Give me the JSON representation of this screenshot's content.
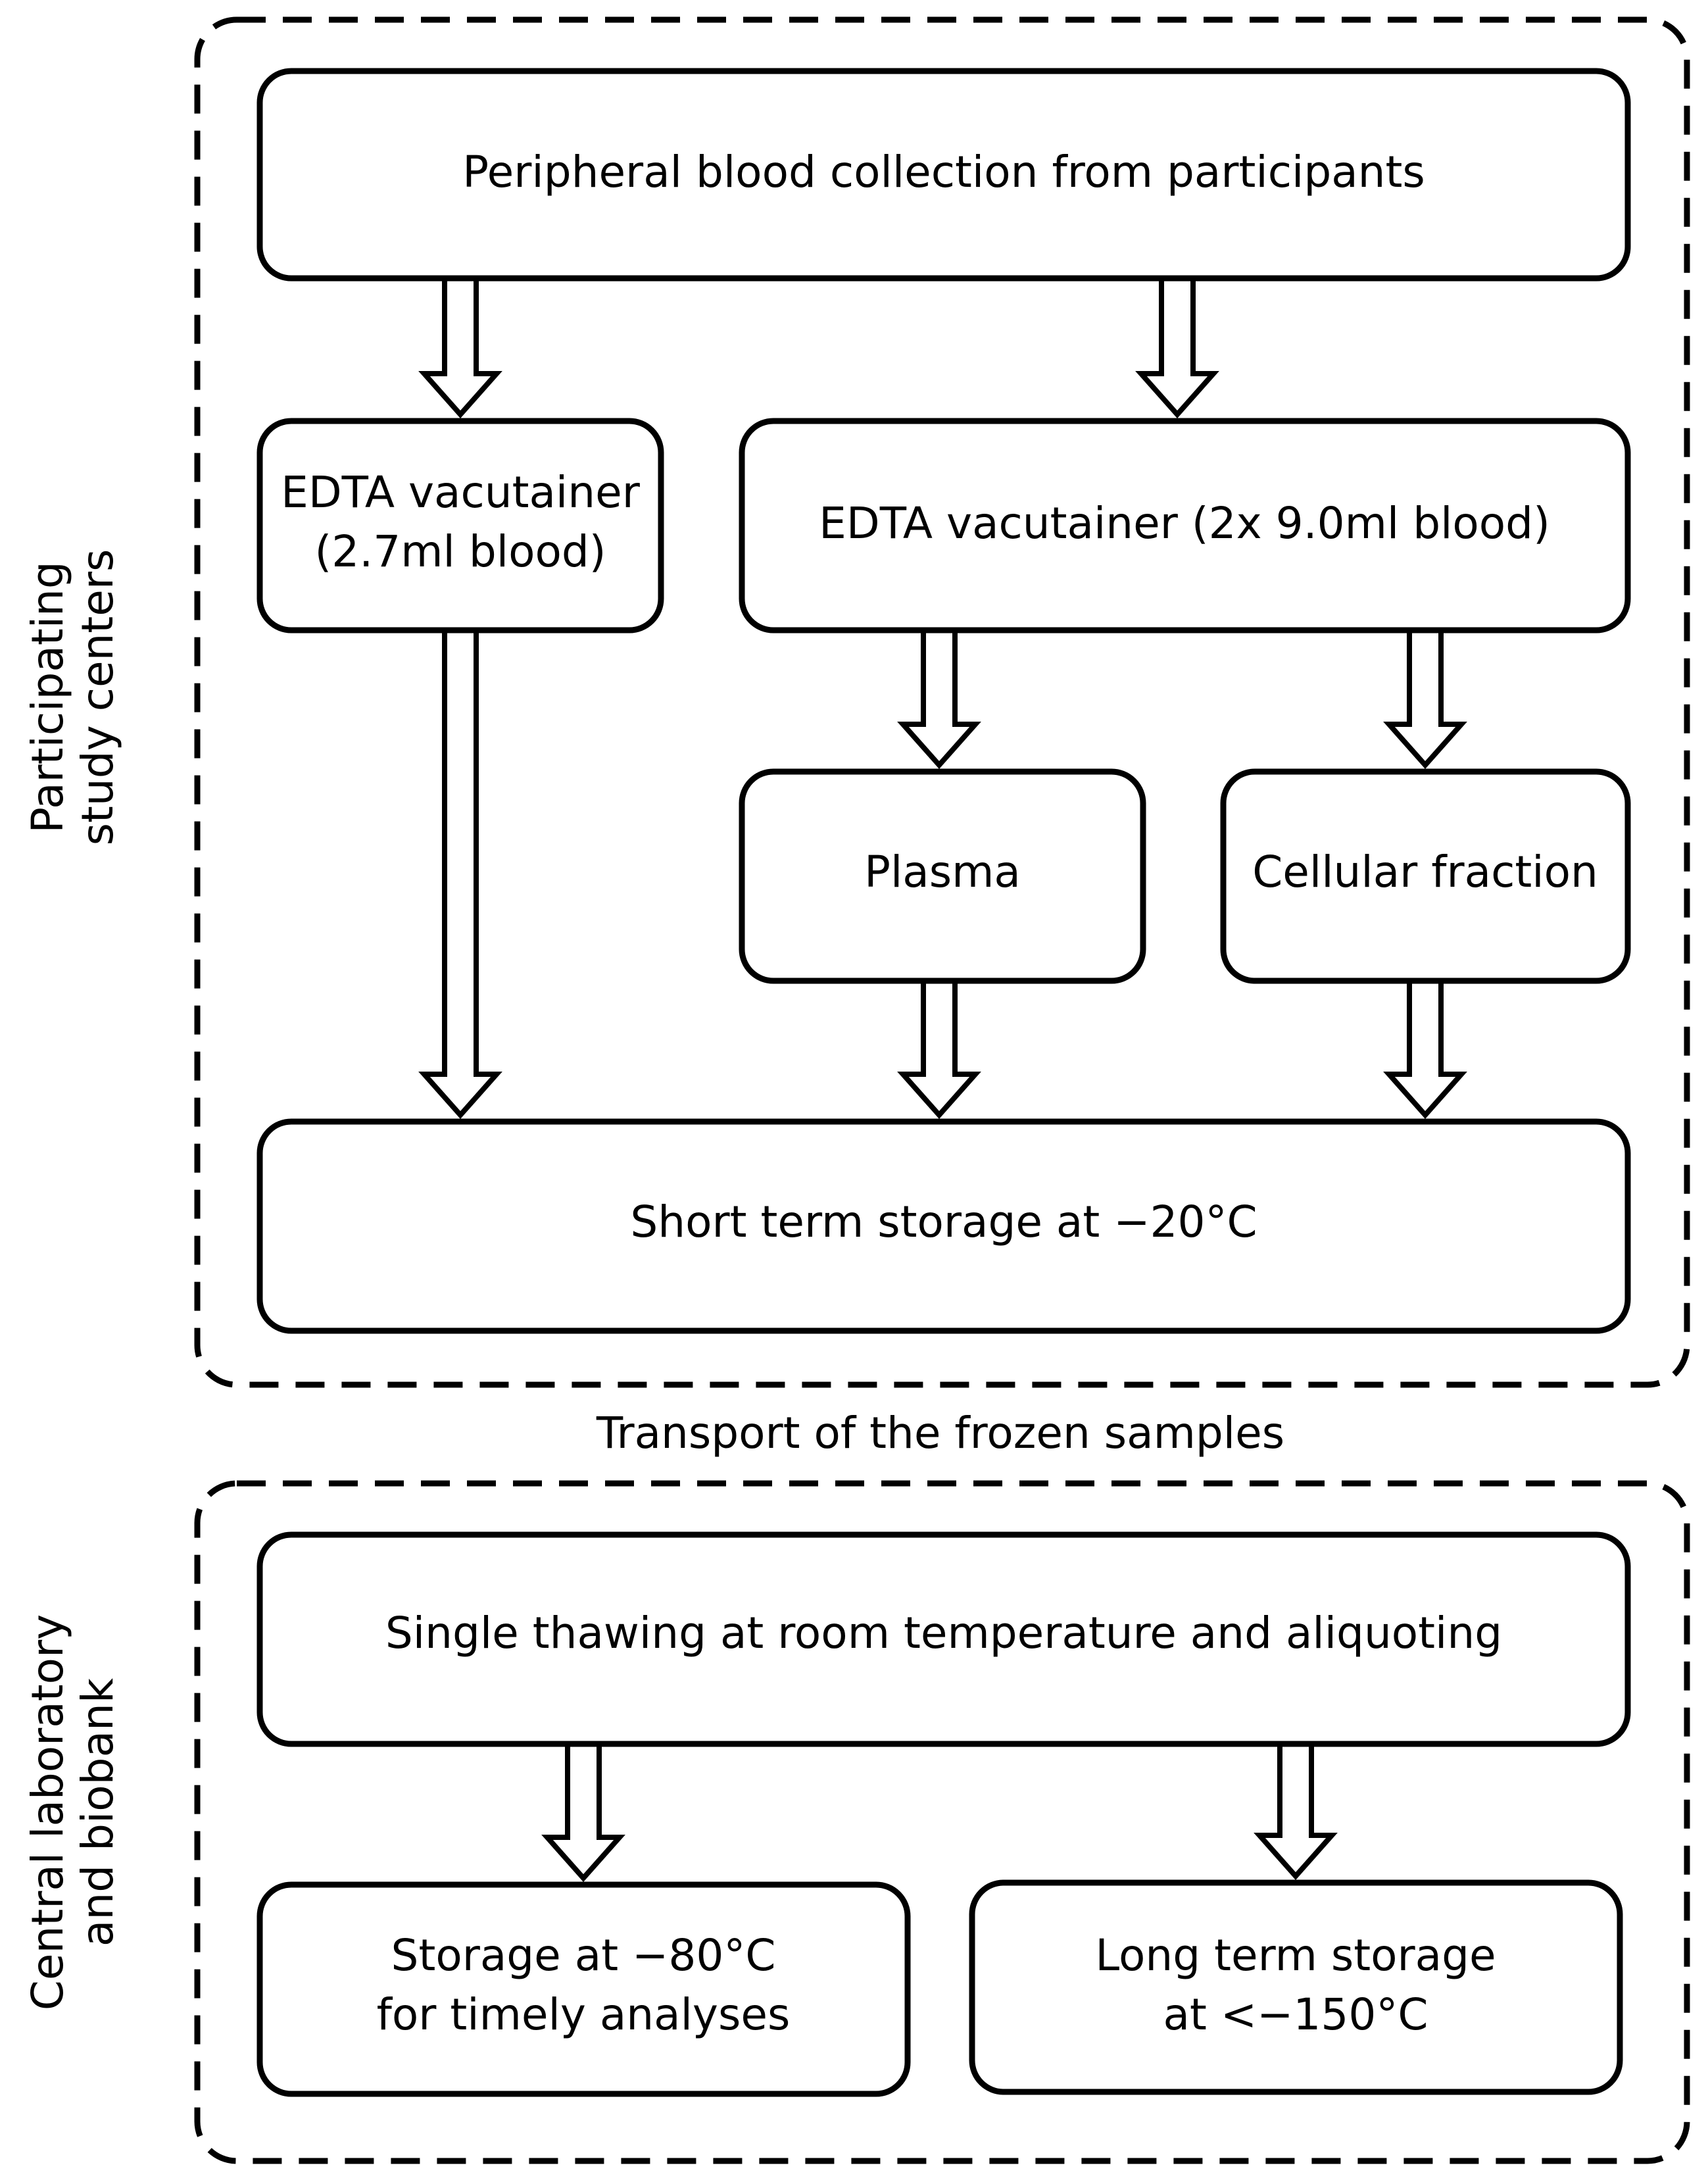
{
  "groups": {
    "study_centers": {
      "label_line1": "Participating",
      "label_line2": "study centers"
    },
    "central_lab": {
      "label_line1": "Central laboratory",
      "label_line2": "and biobank"
    }
  },
  "transport_label": "Transport of the frozen samples",
  "boxes": {
    "blood_collection": {
      "line1": "Peripheral blood collection from participants"
    },
    "edta_small": {
      "line1": "EDTA vacutainer",
      "line2": "(2.7ml blood)"
    },
    "edta_large": {
      "line1": "EDTA vacutainer (2x 9.0ml blood)"
    },
    "plasma": {
      "line1": "Plasma"
    },
    "cellular_fraction": {
      "line1": "Cellular fraction"
    },
    "short_term_storage": {
      "line1": "Short term storage at −20°C"
    },
    "thawing": {
      "line1": "Single thawing at room temperature and aliquoting"
    },
    "storage_80": {
      "line1": "Storage at −80°C",
      "line2": "for timely analyses"
    },
    "long_term_storage": {
      "line1": "Long term storage",
      "line2": "at <−150°C"
    }
  }
}
